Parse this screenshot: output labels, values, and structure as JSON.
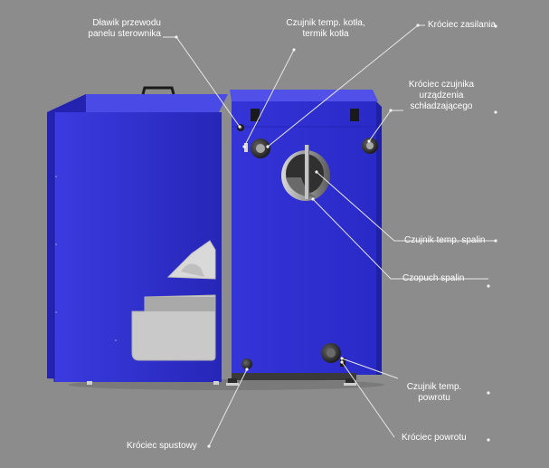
{
  "diagram": {
    "background": "#8c8c8c",
    "boiler_color": "#2f2fd2",
    "leader_color": "#e6e6e6",
    "labels": {
      "dlawik": [
        "Dławik przewodu",
        "panelu sterownika"
      ],
      "czujnik_kotla": [
        "Czujnik temp. kotła,",
        "termik kotła"
      ],
      "krociec_zasilania": [
        "Króciec zasilania"
      ],
      "krociec_czujnika": [
        "Króciec czujnika",
        "urządzenia",
        "schładzającego"
      ],
      "czujnik_spalin": [
        "Czujnik temp. spalin"
      ],
      "czopuch": [
        "Czopuch spalin"
      ],
      "czujnik_powrotu": [
        "Czujnik temp.",
        "powrotu"
      ],
      "krociec_powrotu": [
        "Króciec powrotu"
      ],
      "krociec_spustowy": [
        "Króciec spustowy"
      ]
    }
  }
}
